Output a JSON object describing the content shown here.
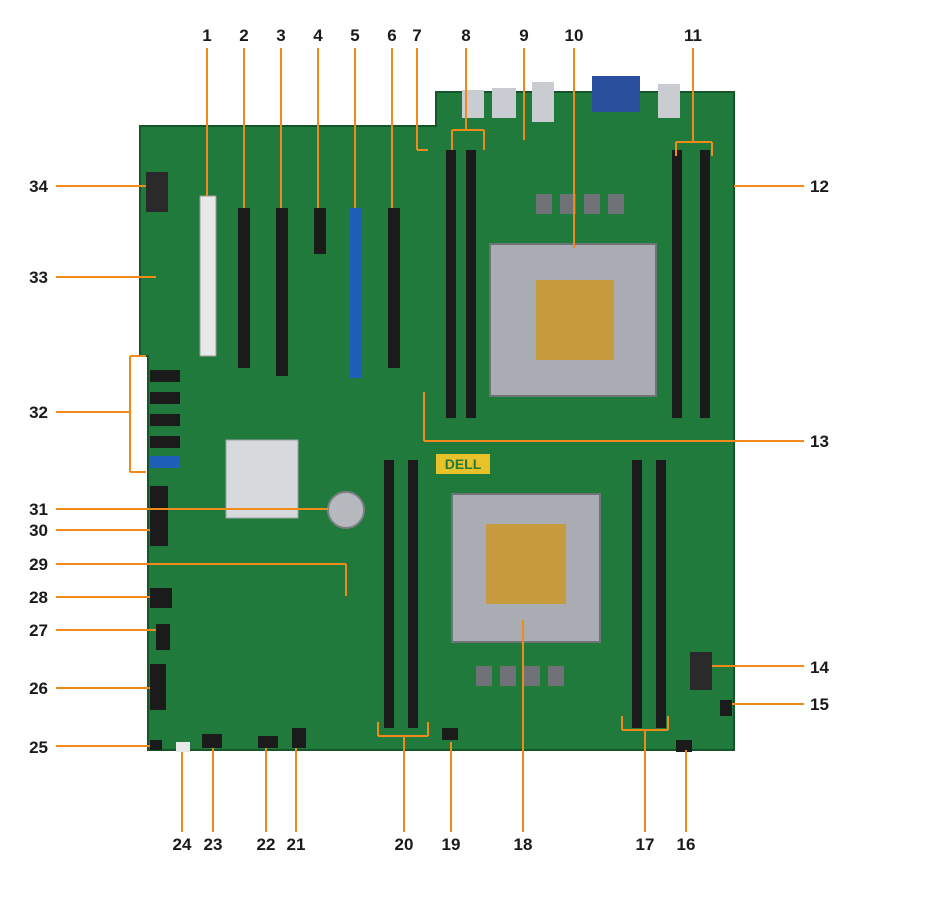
{
  "labels": [
    "1",
    "2",
    "3",
    "4",
    "5",
    "6",
    "7",
    "8",
    "9",
    "10",
    "11",
    "12",
    "13",
    "14",
    "15",
    "16",
    "17",
    "18",
    "19",
    "20",
    "21",
    "22",
    "23",
    "24",
    "25",
    "26",
    "27",
    "28",
    "29",
    "30",
    "31",
    "32",
    "33",
    "34"
  ],
  "colors": {
    "board": "#1f7a3c",
    "board_dark": "#155c2c",
    "leader": "#f08a1a",
    "slot_black": "#1b1b1b",
    "slot_blue": "#1f5fb8",
    "slot_white": "#e8e8e8",
    "metal": "#b8bcc2",
    "label_text": "#1a1a1a"
  },
  "board_logo": "DELL"
}
